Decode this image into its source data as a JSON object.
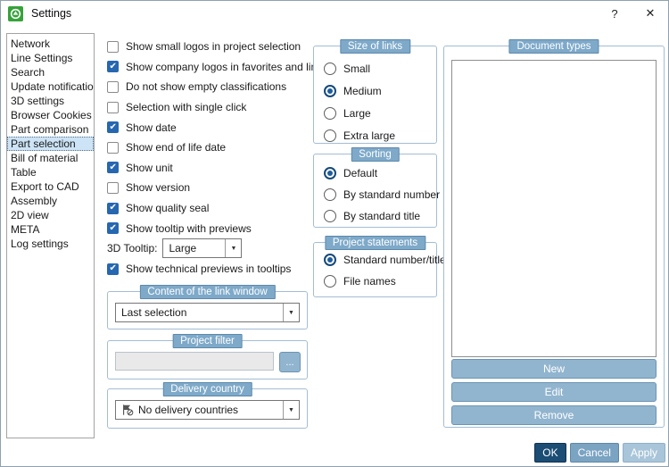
{
  "window": {
    "title": "Settings",
    "help": "?",
    "close": "✕"
  },
  "sidebar": {
    "items": [
      {
        "label": "Network",
        "selected": false
      },
      {
        "label": "Line Settings",
        "selected": false
      },
      {
        "label": "Search",
        "selected": false
      },
      {
        "label": "Update notification",
        "selected": false
      },
      {
        "label": "3D settings",
        "selected": false
      },
      {
        "label": "Browser Cookies",
        "selected": false
      },
      {
        "label": "Part comparison",
        "selected": false
      },
      {
        "label": "Part selection",
        "selected": true
      },
      {
        "label": "Bill of material",
        "selected": false
      },
      {
        "label": "Table",
        "selected": false
      },
      {
        "label": "Export to CAD",
        "selected": false
      },
      {
        "label": "Assembly",
        "selected": false
      },
      {
        "label": "2D view",
        "selected": false
      },
      {
        "label": "META",
        "selected": false
      },
      {
        "label": "Log settings",
        "selected": false
      }
    ]
  },
  "checkboxes": [
    {
      "label": "Show small logos in project selection",
      "checked": false
    },
    {
      "label": "Show company logos in favorites and links",
      "checked": true
    },
    {
      "label": "Do not show empty classifications",
      "checked": false
    },
    {
      "label": "Selection with single click",
      "checked": false
    },
    {
      "label": "Show date",
      "checked": true
    },
    {
      "label": "Show end of life date",
      "checked": false
    },
    {
      "label": "Show unit",
      "checked": true
    },
    {
      "label": "Show version",
      "checked": false
    },
    {
      "label": "Show quality seal",
      "checked": true
    },
    {
      "label": "Show tooltip with previews",
      "checked": true
    },
    {
      "label": "Show technical previews in tooltips",
      "checked": true
    }
  ],
  "tooltip3d": {
    "label": "3D Tooltip:",
    "value": "Large"
  },
  "groups": {
    "link_window": {
      "title": "Content of the link window",
      "value": "Last selection"
    },
    "project_filter": {
      "title": "Project filter",
      "value": "",
      "browse": "..."
    },
    "delivery_country": {
      "title": "Delivery country",
      "value": "No delivery countries"
    },
    "size_of_links": {
      "title": "Size of links",
      "options": [
        {
          "label": "Small",
          "selected": false
        },
        {
          "label": "Medium",
          "selected": true
        },
        {
          "label": "Large",
          "selected": false
        },
        {
          "label": "Extra large",
          "selected": false
        }
      ]
    },
    "sorting": {
      "title": "Sorting",
      "options": [
        {
          "label": "Default",
          "selected": true
        },
        {
          "label": "By standard number",
          "selected": false
        },
        {
          "label": "By standard title",
          "selected": false
        }
      ]
    },
    "project_statements": {
      "title": "Project statements",
      "options": [
        {
          "label": "Standard number/title",
          "selected": true
        },
        {
          "label": "File names",
          "selected": false
        }
      ]
    },
    "document_types": {
      "title": "Document types",
      "buttons": {
        "new": "New",
        "edit": "Edit",
        "remove": "Remove"
      }
    }
  },
  "footer": {
    "ok": "OK",
    "cancel": "Cancel",
    "apply": "Apply"
  },
  "colors": {
    "accent": "#2667b0",
    "badge-bg": "#7ea9c9",
    "badge-border": "#5d89ab",
    "group-border": "#a3bdd3",
    "btn-bg": "#92b5cf",
    "btn-border": "#6b94b3",
    "ok-bg": "#1c4d74",
    "cancel-bg": "#7ba3c2",
    "apply-bg": "#a9c5d9",
    "selection-bg": "#cce4f5",
    "icon-green": "#36a23a"
  }
}
